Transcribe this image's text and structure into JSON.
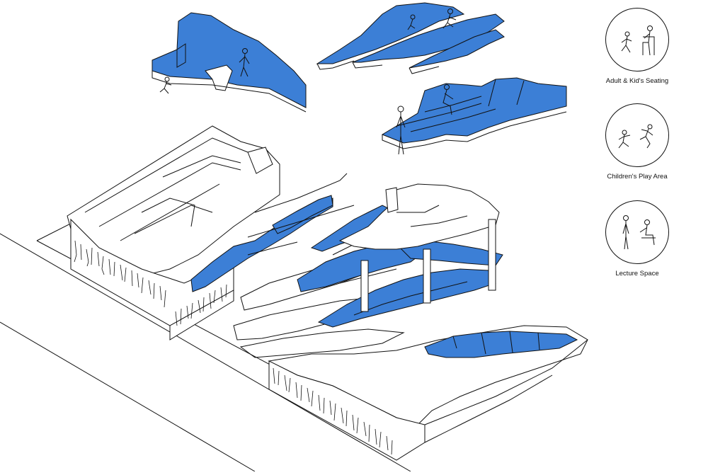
{
  "colors": {
    "accent_blue": "#3c7fd6",
    "line": "#111111",
    "background": "#ffffff"
  },
  "legend": {
    "items": [
      {
        "label": "Adult & Kid's Seating",
        "icon": "seated-figures-icon"
      },
      {
        "label": "Children's Play Area",
        "icon": "playing-children-icon"
      },
      {
        "label": "Lecture Space",
        "icon": "standing-and-seated-figures-icon"
      }
    ]
  }
}
